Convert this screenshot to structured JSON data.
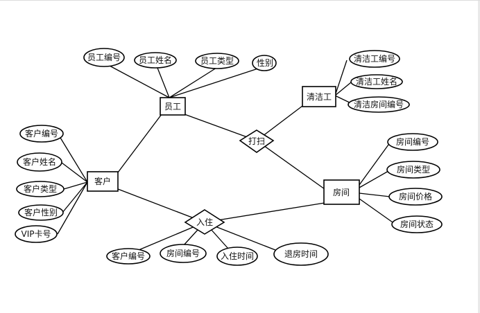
{
  "entities": {
    "employee": "员工",
    "cleaner": "清洁工",
    "customer": "客户",
    "room": "房间"
  },
  "relationships": {
    "clean": "打扫",
    "checkin": "入住"
  },
  "attributes": {
    "employee_id": "员工编号",
    "employee_name": "员工姓名",
    "employee_type": "员工类型",
    "gender": "性别",
    "cleaner_id": "清洁工编号",
    "cleaner_name": "清洁工姓名",
    "cleaning_room_id": "清洁房间编号",
    "customer_id": "客户编号",
    "customer_name": "客户姓名",
    "customer_type": "客户类型",
    "customer_gender": "客户性别",
    "vip_card": "VIP卡号",
    "room_id": "房间编号",
    "room_type": "房间类型",
    "room_price": "房间价格",
    "room_status": "房间状态",
    "checkin_customer_id": "客户编号",
    "checkin_room_id": "房间编号",
    "checkin_time": "入住时间",
    "checkout_time": "退房时间"
  }
}
